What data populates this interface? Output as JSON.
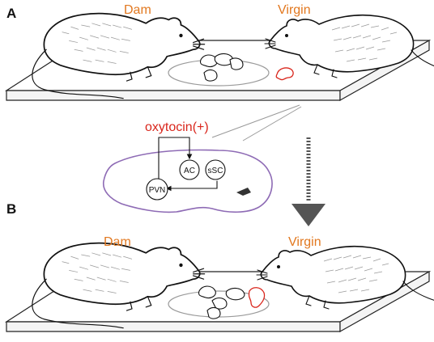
{
  "panels": {
    "a_label": "A",
    "b_label": "B"
  },
  "actors": {
    "dam_label": "Dam",
    "virgin_label": "Virgin"
  },
  "circuit": {
    "title": "oxytocin(+)",
    "nodes": {
      "ac": "AC",
      "ssc": "sSC",
      "pvn": "PVN"
    }
  },
  "colors": {
    "actor_label": "#e2781f",
    "oxytocin": "#d9261c",
    "brain_outline": "#8e6bb5",
    "arrow": "#555555"
  },
  "icons": {
    "transition_arrow": "down-arrow-icon"
  }
}
